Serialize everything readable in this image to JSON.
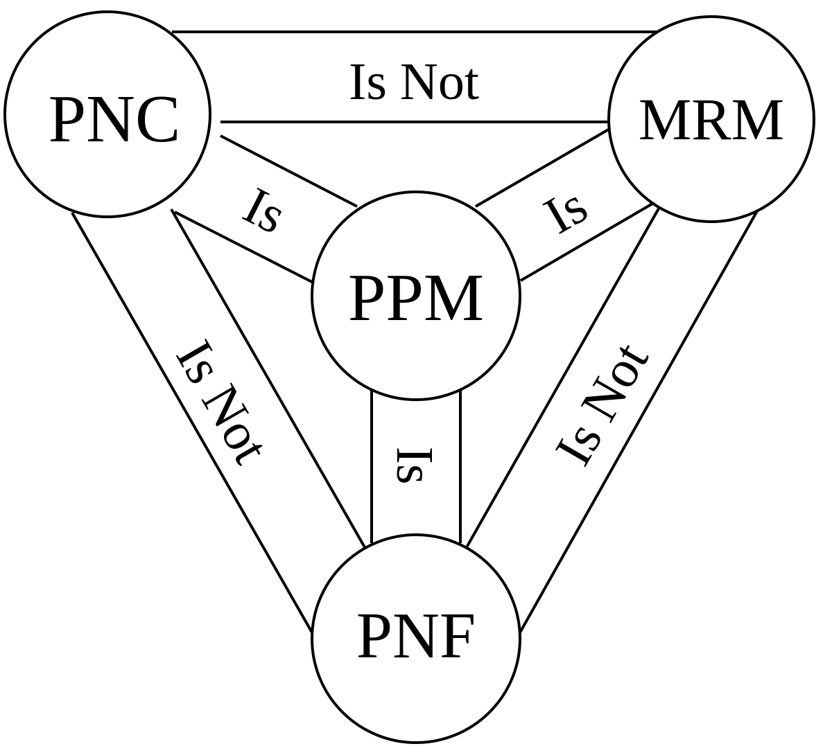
{
  "diagram": {
    "nodes": {
      "pnc": "PNC",
      "mrm": "MRM",
      "ppm": "PPM",
      "pnf": "PNF"
    },
    "edges": {
      "pnc_mrm": "Is Not",
      "pnc_ppm": "Is",
      "mrm_ppm": "Is",
      "ppm_pnf": "Is",
      "pnc_pnf": "Is Not",
      "mrm_pnf": "Is Not"
    }
  },
  "colors": {
    "stroke": "#000000",
    "background": "#ffffff"
  }
}
